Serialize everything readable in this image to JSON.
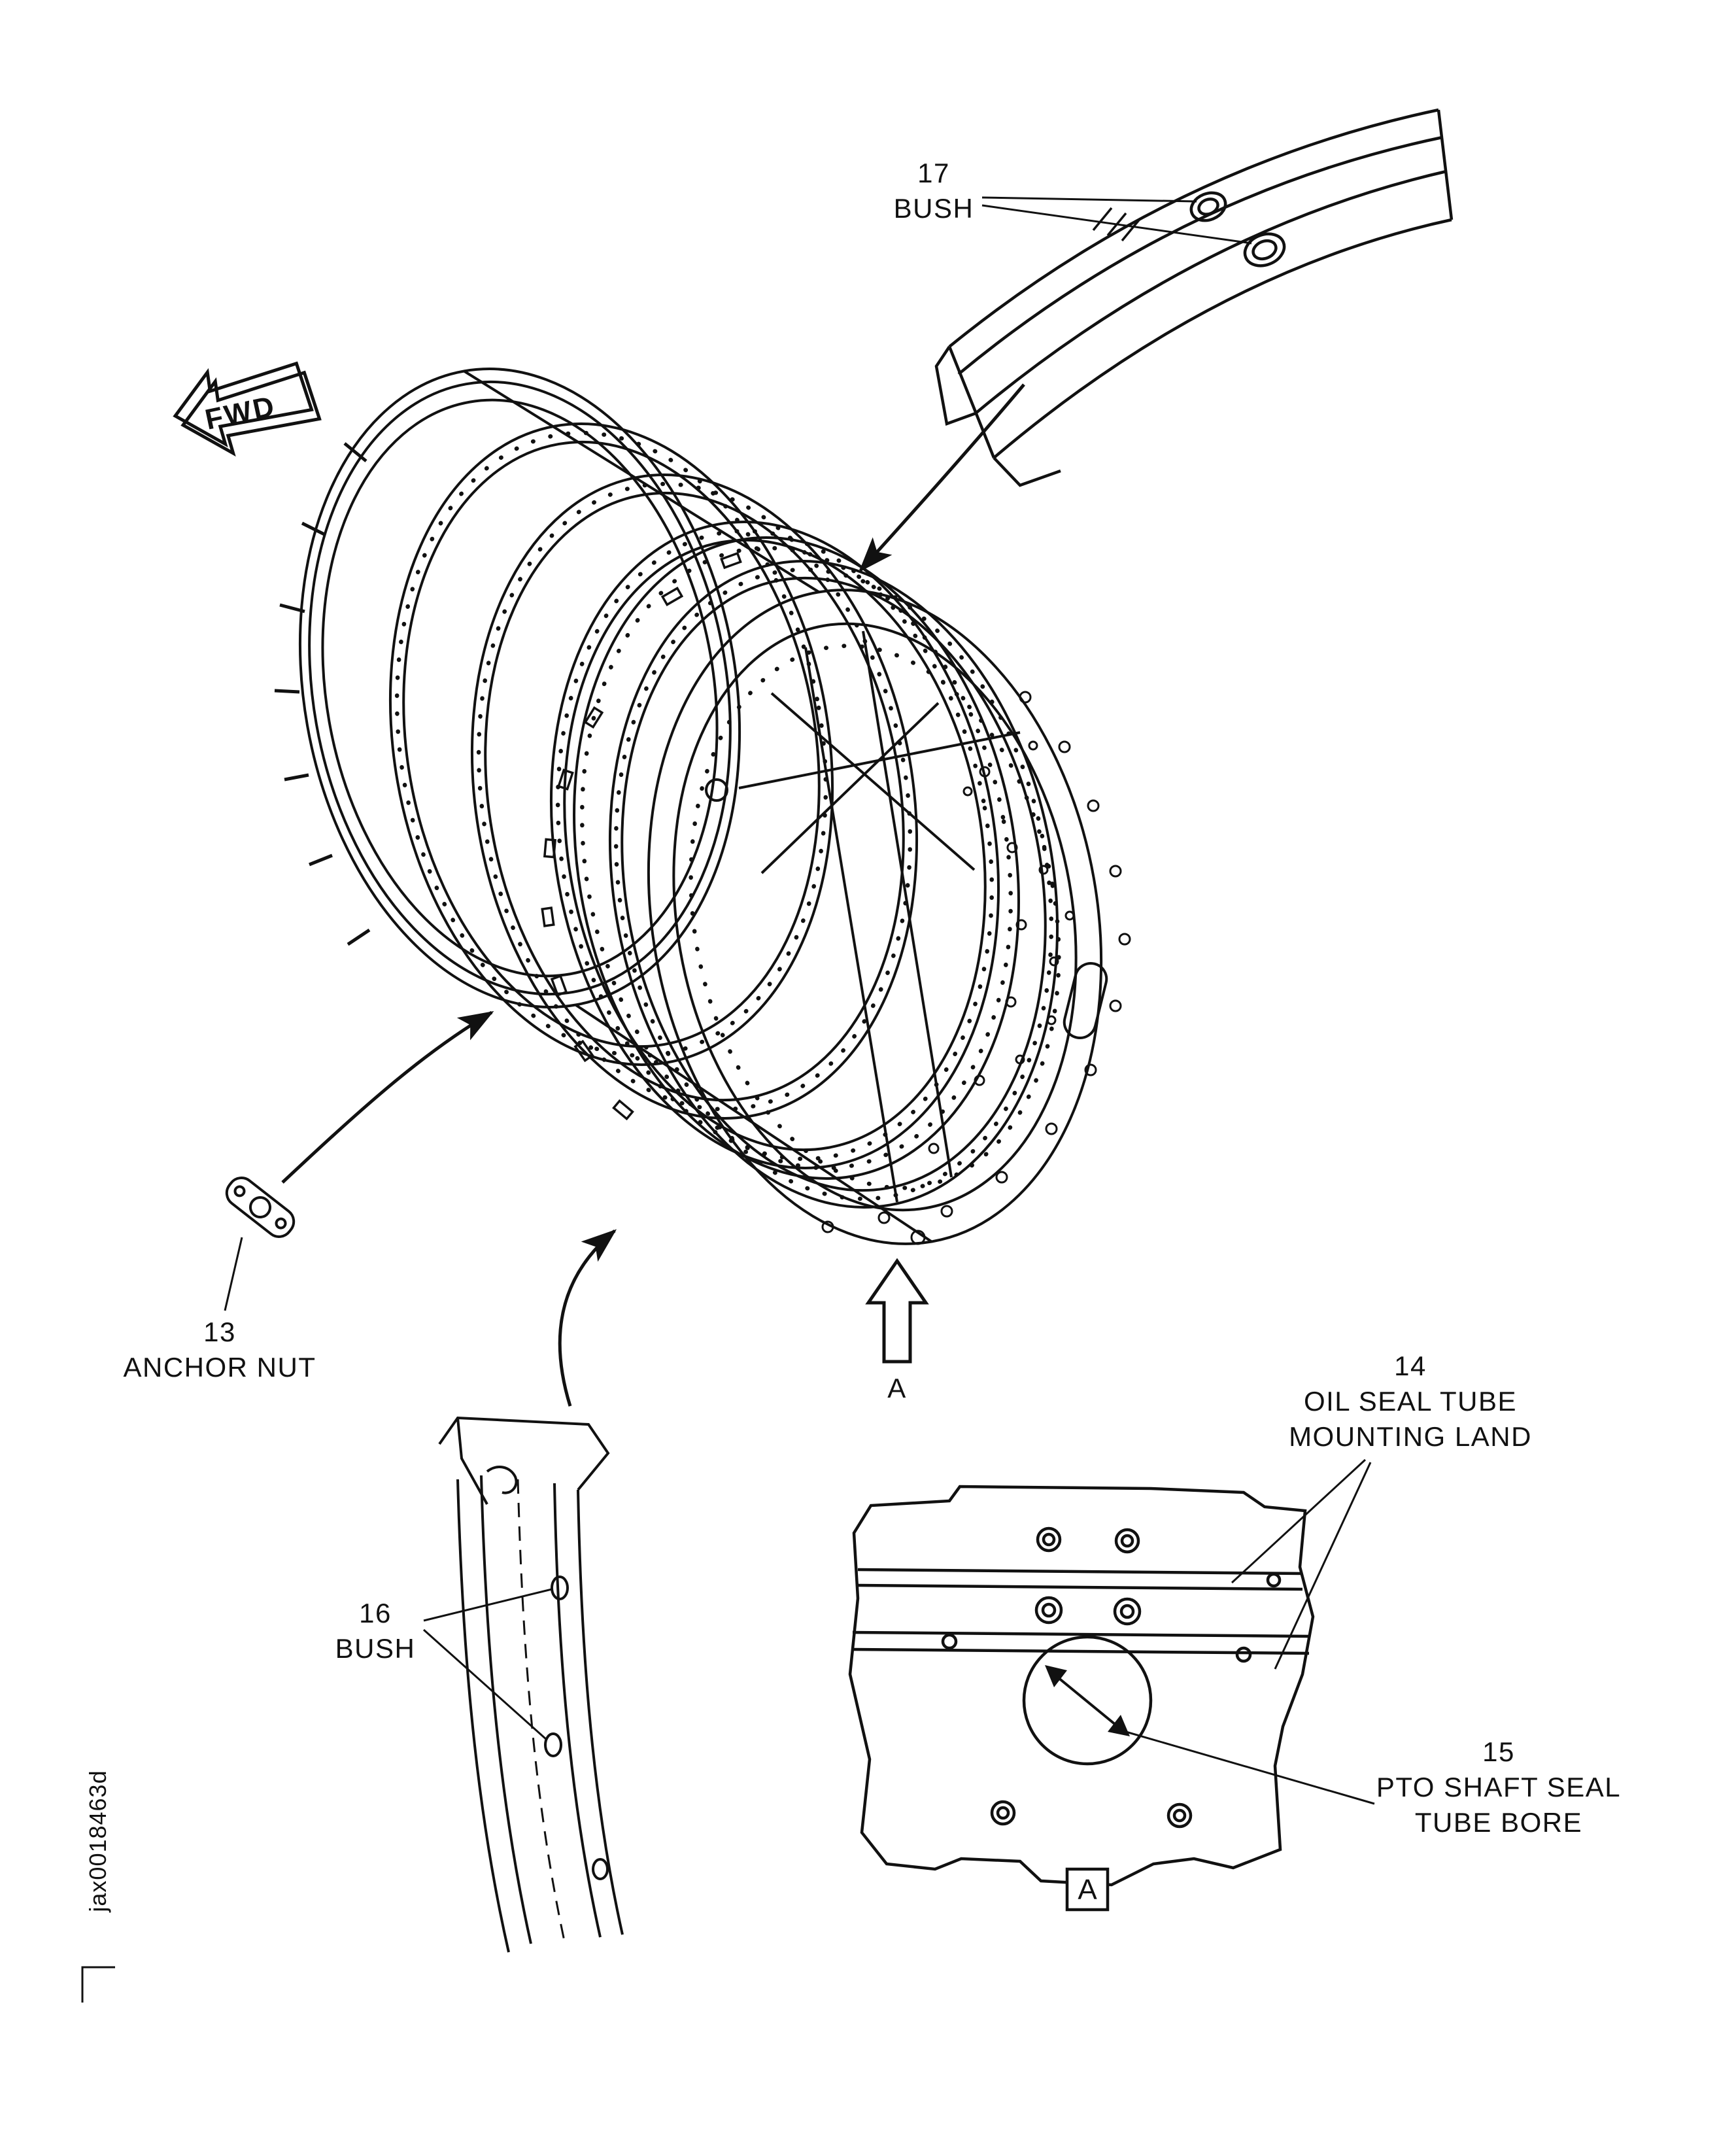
{
  "figure": {
    "id_label": "jax0018463d",
    "fwd_label": "FWD",
    "view_arrow_letter": "A",
    "detail_box_letter": "A"
  },
  "callouts": {
    "c17": {
      "number": "17",
      "label": "BUSH"
    },
    "c13": {
      "number": "13",
      "label": "ANCHOR NUT"
    },
    "c16": {
      "number": "16",
      "label": "BUSH"
    },
    "c14": {
      "number": "14",
      "line1": "OIL SEAL TUBE",
      "line2": "MOUNTING LAND"
    },
    "c15": {
      "number": "15",
      "line1": "PTO SHAFT SEAL",
      "line2": "TUBE BORE"
    }
  }
}
